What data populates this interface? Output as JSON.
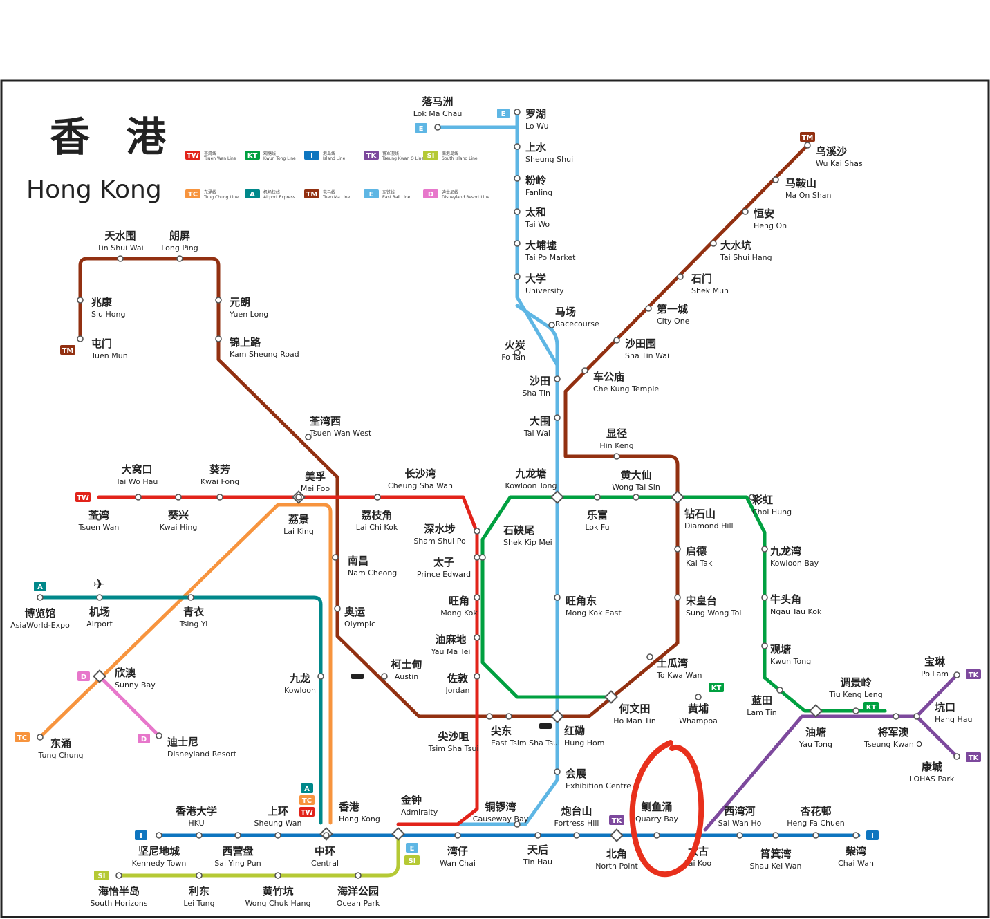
{
  "title": {
    "zh": "香 港",
    "en": "Hong Kong"
  },
  "colors": {
    "TW": "#e2231a",
    "KT": "#00a040",
    "I": "#0e75bf",
    "TK": "#7d499d",
    "SI": "#b5c935",
    "TC": "#f7943e",
    "A": "#00888a",
    "TM": "#923011",
    "E": "#5eb6e4",
    "D": "#e777cb",
    "circle": "#e8301c"
  },
  "legend": [
    {
      "code": "TW",
      "name": "荃湾线",
      "sub": "Tsuen Wan Line"
    },
    {
      "code": "KT",
      "name": "观塘线",
      "sub": "Kwun Tong Line"
    },
    {
      "code": "I",
      "name": "港岛线",
      "sub": "Island Line"
    },
    {
      "code": "TK",
      "name": "将军澳线",
      "sub": "Tseung Kwan O Line"
    },
    {
      "code": "SI",
      "name": "南港岛线",
      "sub": "South Island Line"
    },
    {
      "code": "TC",
      "name": "东涌线",
      "sub": "Tung Chung Line"
    },
    {
      "code": "A",
      "name": "机场快线",
      "sub": "Airport Express"
    },
    {
      "code": "TM",
      "name": "屯马线",
      "sub": "Tuen Ma Line"
    },
    {
      "code": "E",
      "name": "东铁线",
      "sub": "East Rail Line"
    },
    {
      "code": "D",
      "name": "迪士尼线",
      "sub": "Disneyland Resort Line"
    }
  ],
  "stations": [
    {
      "zh": "落马洲",
      "en": "Lok Ma Chau"
    },
    {
      "zh": "罗湖",
      "en": "Lo Wu"
    },
    {
      "zh": "上水",
      "en": "Sheung Shui"
    },
    {
      "zh": "粉岭",
      "en": "Fanling"
    },
    {
      "zh": "太和",
      "en": "Tai Wo"
    },
    {
      "zh": "大埔墟",
      "en": "Tai Po Market"
    },
    {
      "zh": "大学",
      "en": "University"
    },
    {
      "zh": "马场",
      "en": "Racecourse"
    },
    {
      "zh": "火炭",
      "en": "Fo Tan"
    },
    {
      "zh": "沙田",
      "en": "Sha Tin"
    },
    {
      "zh": "大围",
      "en": "Tai Wai"
    },
    {
      "zh": "乌溪沙",
      "en": "Wu Kai Shas"
    },
    {
      "zh": "马鞍山",
      "en": "Ma On Shan"
    },
    {
      "zh": "恒安",
      "en": "Heng On"
    },
    {
      "zh": "大水坑",
      "en": "Tai Shui Hang"
    },
    {
      "zh": "石门",
      "en": "Shek Mun"
    },
    {
      "zh": "第一城",
      "en": "City One"
    },
    {
      "zh": "沙田围",
      "en": "Sha Tin Wai"
    },
    {
      "zh": "车公庙",
      "en": "Che Kung Temple"
    },
    {
      "zh": "显径",
      "en": "Hin Keng"
    },
    {
      "zh": "天水围",
      "en": "Tin Shui Wai"
    },
    {
      "zh": "朗屏",
      "en": "Long Ping"
    },
    {
      "zh": "兆康",
      "en": "Siu Hong"
    },
    {
      "zh": "屯门",
      "en": "Tuen Mun"
    },
    {
      "zh": "元朗",
      "en": "Yuen Long"
    },
    {
      "zh": "锦上路",
      "en": "Kam Sheung Road"
    },
    {
      "zh": "荃湾西",
      "en": "Tsuen Wan West"
    },
    {
      "zh": "大窝口",
      "en": "Tai Wo Hau"
    },
    {
      "zh": "葵芳",
      "en": "Kwai Fong"
    },
    {
      "zh": "美孚",
      "en": "Mei Foo"
    },
    {
      "zh": "长沙湾",
      "en": "Cheung Sha Wan"
    },
    {
      "zh": "九龙塘",
      "en": "Kowloon Tong"
    },
    {
      "zh": "黄大仙",
      "en": "Wong Tai Sin"
    },
    {
      "zh": "荃湾",
      "en": "Tsuen Wan"
    },
    {
      "zh": "葵兴",
      "en": "Kwai Hing"
    },
    {
      "zh": "荔景",
      "en": "Lai King"
    },
    {
      "zh": "荔枝角",
      "en": "Lai Chi Kok"
    },
    {
      "zh": "深水埗",
      "en": "Sham Shui Po"
    },
    {
      "zh": "石硖尾",
      "en": "Shek Kip Mei"
    },
    {
      "zh": "乐富",
      "en": "Lok Fu"
    },
    {
      "zh": "钻石山",
      "en": "Diamond Hill"
    },
    {
      "zh": "彩虹",
      "en": "Choi Hung"
    },
    {
      "zh": "南昌",
      "en": "Nam Cheong"
    },
    {
      "zh": "太子",
      "en": "Prince Edward"
    },
    {
      "zh": "启德",
      "en": "Kai Tak"
    },
    {
      "zh": "九龙湾",
      "en": "Kowloon Bay"
    },
    {
      "zh": "博览馆",
      "en": "AsiaWorld-Expo"
    },
    {
      "zh": "机场",
      "en": "Airport"
    },
    {
      "zh": "青衣",
      "en": "Tsing Yi"
    },
    {
      "zh": "奥运",
      "en": "Olympic"
    },
    {
      "zh": "旺角",
      "en": "Mong Kok"
    },
    {
      "zh": "旺角东",
      "en": "Mong Kok East"
    },
    {
      "zh": "宋皇台",
      "en": "Sung Wong Toi"
    },
    {
      "zh": "牛头角",
      "en": "Ngau Tau Kok"
    },
    {
      "zh": "油麻地",
      "en": "Yau Ma Tei"
    },
    {
      "zh": "观塘",
      "en": "Kwun Tong"
    },
    {
      "zh": "欣澳",
      "en": "Sunny Bay"
    },
    {
      "zh": "九龙",
      "en": "Kowloon"
    },
    {
      "zh": "柯士甸",
      "en": "Austin"
    },
    {
      "zh": "佐敦",
      "en": "Jordan"
    },
    {
      "zh": "土瓜湾",
      "en": "To Kwa Wan"
    },
    {
      "zh": "宝琳",
      "en": "Po Lam"
    },
    {
      "zh": "调景岭",
      "en": "Tiu Keng Leng"
    },
    {
      "zh": "蓝田",
      "en": "Lam Tin"
    },
    {
      "zh": "何文田",
      "en": "Ho Man Tin"
    },
    {
      "zh": "黄埔",
      "en": "Whampoa"
    },
    {
      "zh": "坑口",
      "en": "Hang Hau"
    },
    {
      "zh": "东涌",
      "en": "Tung Chung"
    },
    {
      "zh": "迪士尼",
      "en": "Disneyland Resort"
    },
    {
      "zh": "尖沙咀",
      "en": "Tsim Sha Tsui"
    },
    {
      "zh": "尖东",
      "en": "East Tsim Sha Tsui"
    },
    {
      "zh": "红磡",
      "en": "Hung Hom"
    },
    {
      "zh": "油塘",
      "en": "Yau Tong"
    },
    {
      "zh": "将军澳",
      "en": "Tseung Kwan O"
    },
    {
      "zh": "康城",
      "en": "LOHAS Park"
    },
    {
      "zh": "会展",
      "en": "Exhibition Centre"
    },
    {
      "zh": "香港大学",
      "en": "HKU"
    },
    {
      "zh": "上环",
      "en": "Sheung Wan"
    },
    {
      "zh": "香港",
      "en": "Hong Kong"
    },
    {
      "zh": "金钟",
      "en": "Admiralty"
    },
    {
      "zh": "铜锣湾",
      "en": "Causeway Bay"
    },
    {
      "zh": "炮台山",
      "en": "Fortress Hill"
    },
    {
      "zh": "鲗鱼涌",
      "en": "Quarry Bay"
    },
    {
      "zh": "西湾河",
      "en": "Sai Wan Ho"
    },
    {
      "zh": "杏花邨",
      "en": "Heng Fa Chuen"
    },
    {
      "zh": "坚尼地城",
      "en": "Kennedy Town"
    },
    {
      "zh": "西营盘",
      "en": "Sai Ying Pun"
    },
    {
      "zh": "中环",
      "en": "Central"
    },
    {
      "zh": "湾仔",
      "en": "Wan Chai"
    },
    {
      "zh": "天后",
      "en": "Tin Hau"
    },
    {
      "zh": "北角",
      "en": "North Point"
    },
    {
      "zh": "太古",
      "en": "Tai Koo"
    },
    {
      "zh": "筲箕湾",
      "en": "Shau Kei Wan"
    },
    {
      "zh": "柴湾",
      "en": "Chai Wan"
    },
    {
      "zh": "海怡半岛",
      "en": "South Horizons"
    },
    {
      "zh": "利东",
      "en": "Lei Tung"
    },
    {
      "zh": "黄竹坑",
      "en": "Wong Chuk Hang"
    },
    {
      "zh": "海洋公园",
      "en": "Ocean Park"
    }
  ]
}
